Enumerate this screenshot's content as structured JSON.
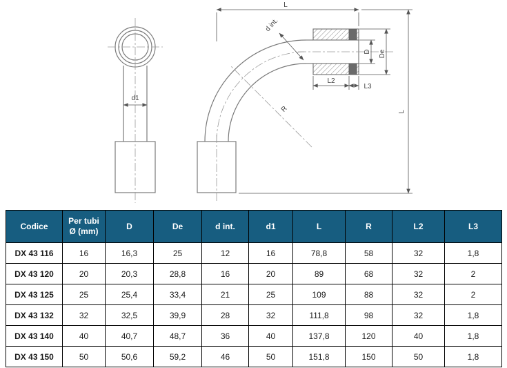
{
  "drawing": {
    "labels": {
      "l_top": "L",
      "d_int": "d int.",
      "d": "D",
      "de": "De",
      "l2": "L2",
      "l3": "L3",
      "r": "R",
      "l_right": "L",
      "d1": "d1"
    }
  },
  "table": {
    "header_bg": "#175d80",
    "header_text_color": "#ffffff",
    "grid_color": "#000000",
    "headers": [
      "Codice",
      "Per tubi\nØ (mm)",
      "D",
      "De",
      "d int.",
      "d1",
      "L",
      "R",
      "L2",
      "L3"
    ],
    "rows": [
      [
        "DX 43 116",
        "16",
        "16,3",
        "25",
        "12",
        "16",
        "78,8",
        "58",
        "32",
        "1,8"
      ],
      [
        "DX 43 120",
        "20",
        "20,3",
        "28,8",
        "16",
        "20",
        "89",
        "68",
        "32",
        "2"
      ],
      [
        "DX 43 125",
        "25",
        "25,4",
        "33,4",
        "21",
        "25",
        "109",
        "88",
        "32",
        "2"
      ],
      [
        "DX 43 132",
        "32",
        "32,5",
        "39,9",
        "28",
        "32",
        "111,8",
        "98",
        "32",
        "1,8"
      ],
      [
        "DX 43 140",
        "40",
        "40,7",
        "48,7",
        "36",
        "40",
        "137,8",
        "120",
        "40",
        "1,8"
      ],
      [
        "DX 43 150",
        "50",
        "50,6",
        "59,2",
        "46",
        "50",
        "151,8",
        "150",
        "50",
        "1,8"
      ]
    ]
  }
}
